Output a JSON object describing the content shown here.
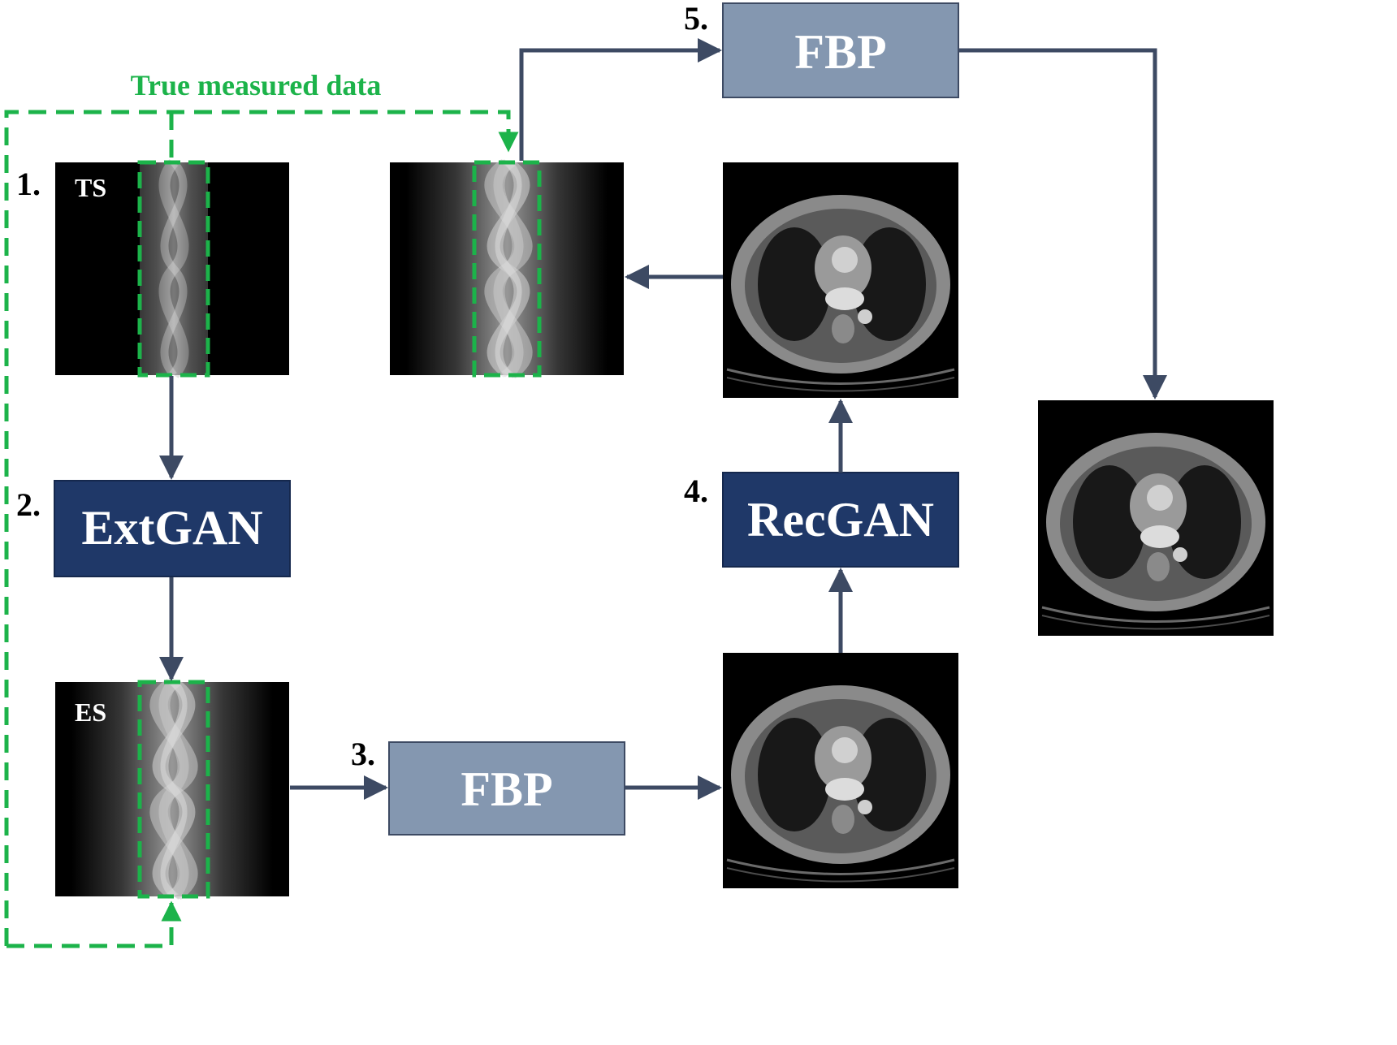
{
  "title": "True measured data",
  "colors": {
    "arrow": "#3d4a63",
    "dashed": "#1cb34a",
    "dark_box": "#1f3868",
    "light_box": "#8497b0"
  },
  "steps": {
    "s1": "1.",
    "s2": "2.",
    "s3": "3.",
    "s4": "4.",
    "s5": "5."
  },
  "boxes": {
    "extgan": "ExtGAN",
    "recgan": "RecGAN",
    "fbp_bottom": "FBP",
    "fbp_top": "FBP"
  },
  "image_tags": {
    "ts": "TS",
    "es": "ES"
  },
  "images": [
    {
      "id": "truncated-sinogram",
      "kind": "sinogram (truncated)"
    },
    {
      "id": "extrapolated-sinogram",
      "kind": "sinogram (extrapolated)"
    },
    {
      "id": "refined-sinogram",
      "kind": "sinogram"
    },
    {
      "id": "fbp-ct-image",
      "kind": "ct-slice"
    },
    {
      "id": "recgan-ct-image",
      "kind": "ct-slice"
    },
    {
      "id": "final-ct-image",
      "kind": "ct-slice"
    }
  ]
}
